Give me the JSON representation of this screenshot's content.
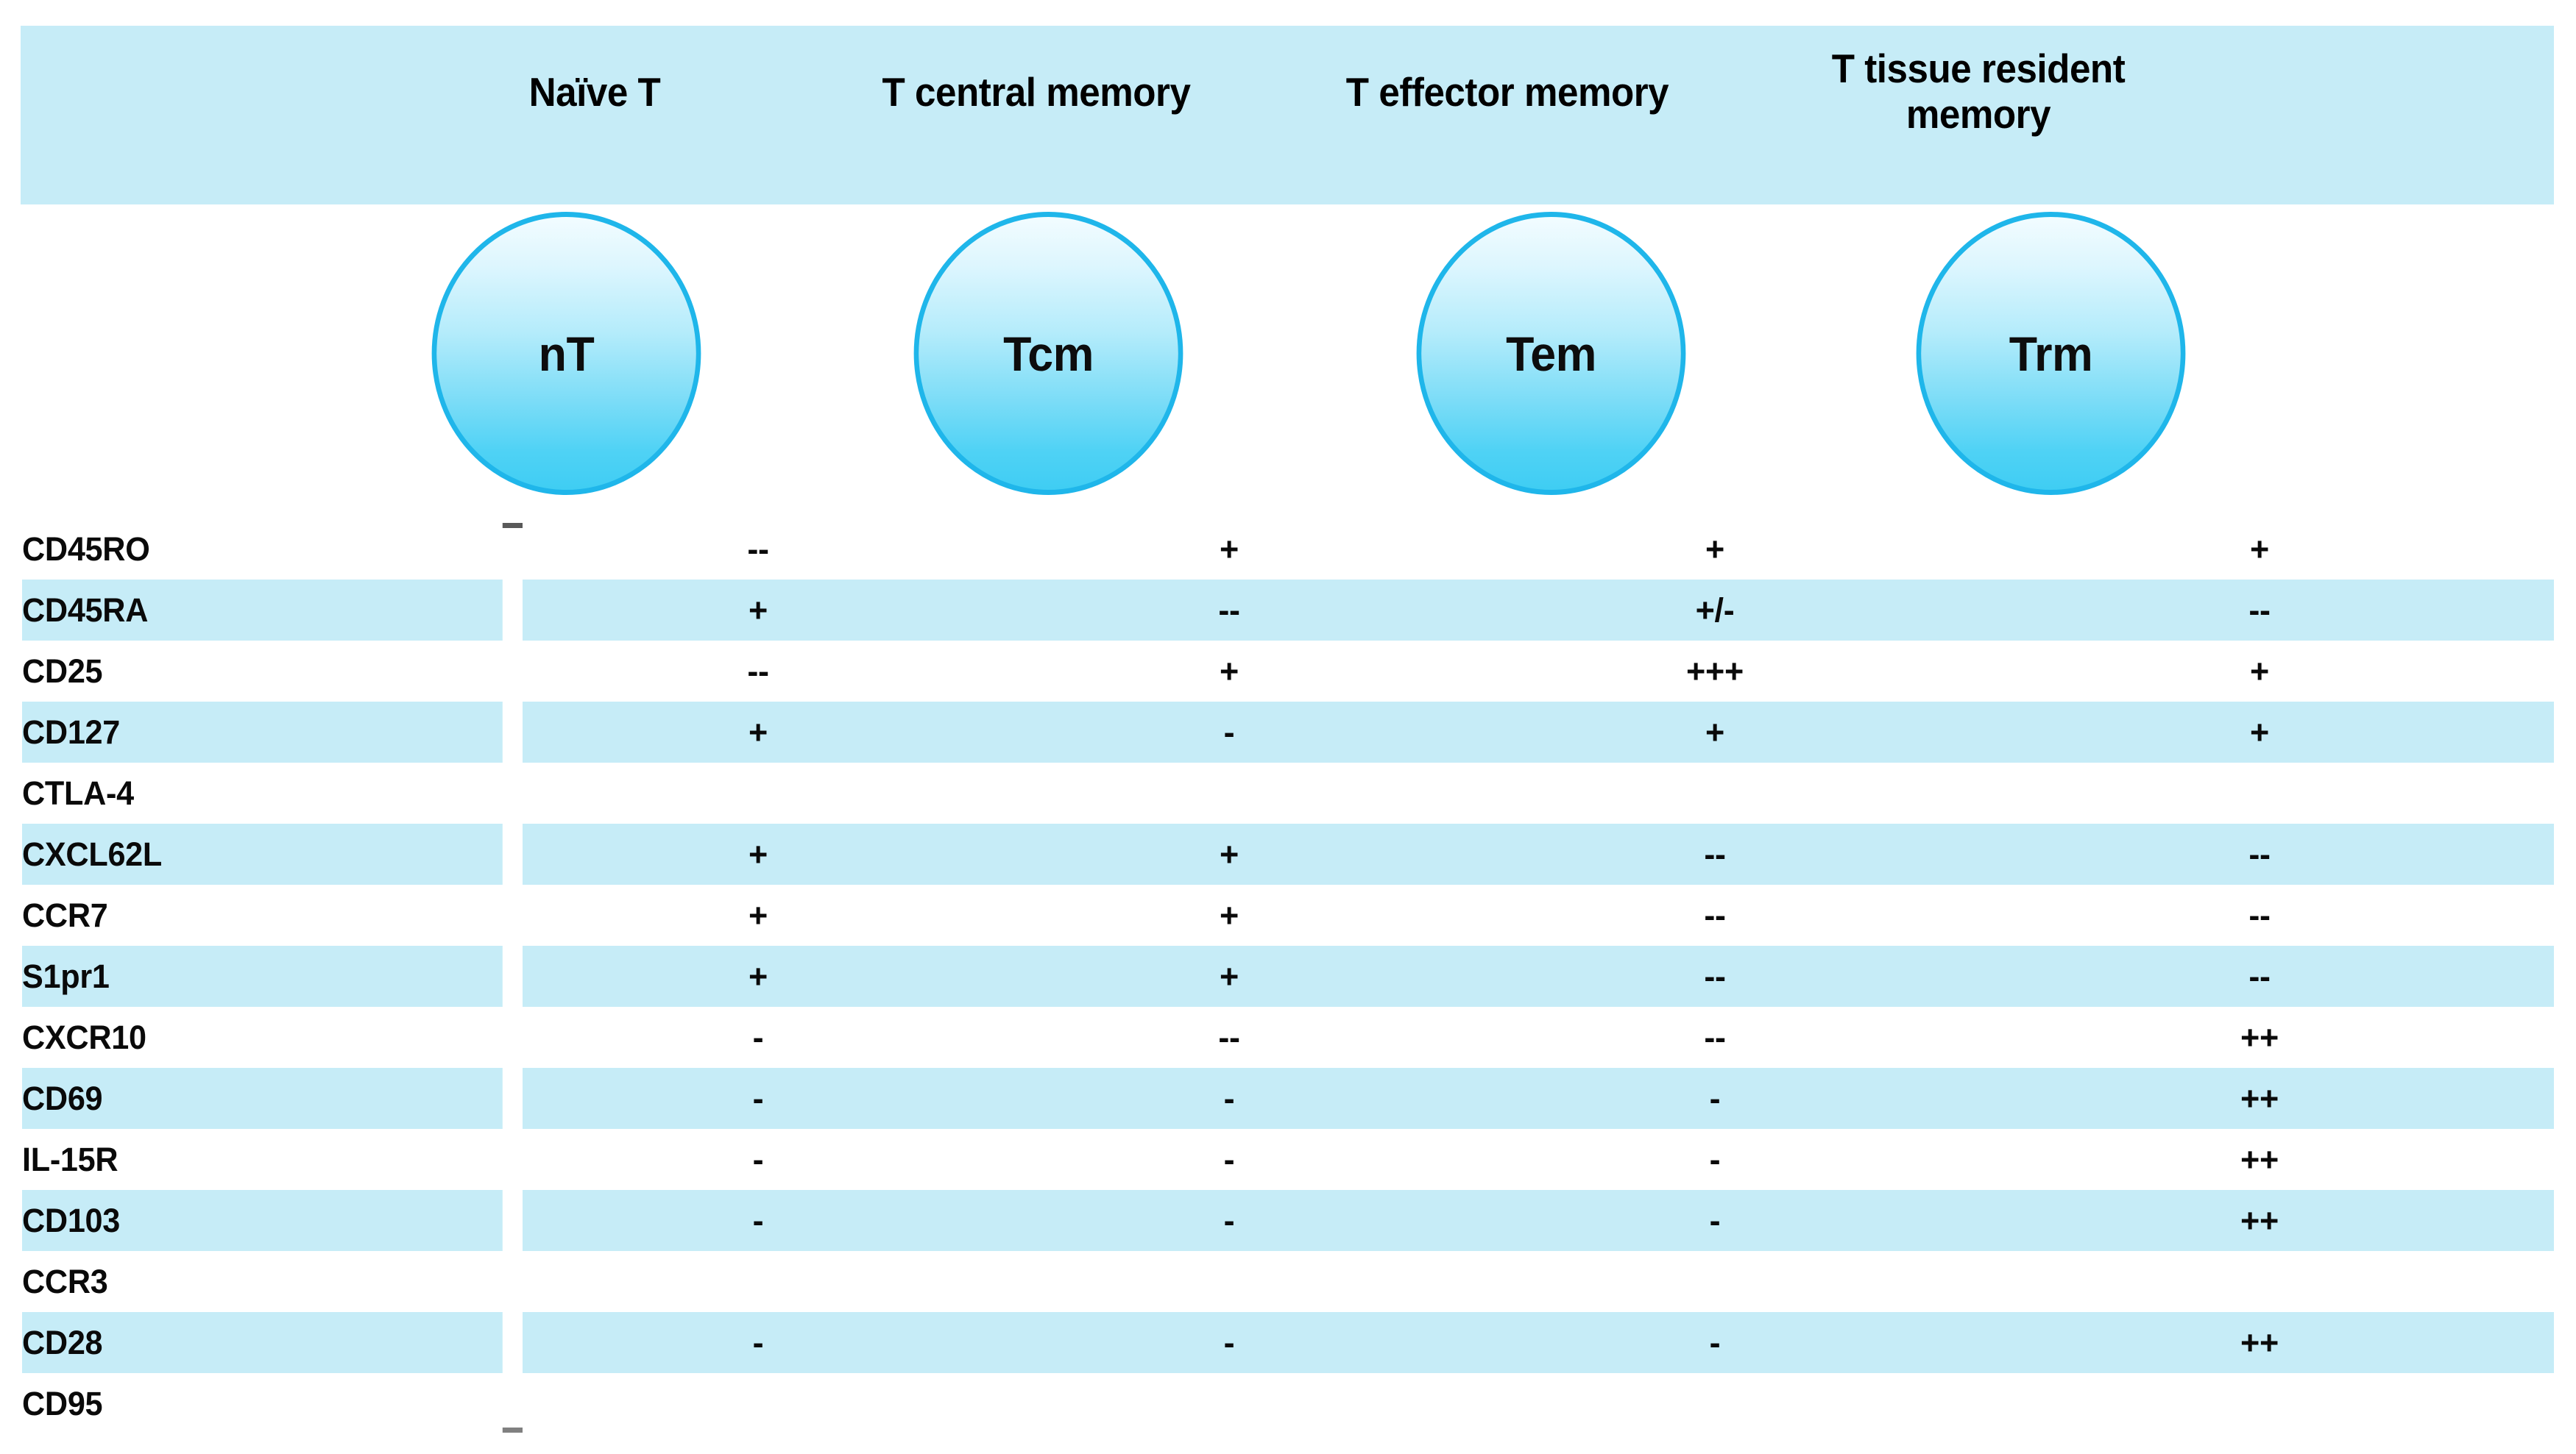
{
  "figure": {
    "type": "table",
    "colors": {
      "band_blue": "#c6ecf7",
      "circle_border": "#1fb6ea",
      "circle_fill_top": "#f2fcff",
      "circle_fill_bottom": "#3fcdf3",
      "rule_top": "#595959",
      "rule_bottom": "#808080",
      "text": "#000000"
    }
  },
  "header": {
    "label_column": "",
    "columns": [
      {
        "title": "Naïve T",
        "abbrev": "nT"
      },
      {
        "title": "T central memory",
        "abbrev": "Tcm"
      },
      {
        "title": "T effector memory",
        "abbrev": "Tem"
      },
      {
        "title": "T tissue resident memory",
        "abbrev": "Trm"
      }
    ]
  },
  "table": {
    "column_headers": [
      "",
      "Naïve T",
      "T central memory",
      "T effector memory",
      "T tissue resident memory"
    ],
    "rows": [
      {
        "marker": "CD45RO",
        "values": [
          "--",
          "+",
          "+",
          "+"
        ]
      },
      {
        "marker": "CD45RA",
        "values": [
          "+",
          "--",
          "+/-",
          "--"
        ]
      },
      {
        "marker": "CD25",
        "values": [
          "--",
          "+",
          "+++",
          "+"
        ]
      },
      {
        "marker": "CD127",
        "values": [
          "+",
          "-",
          "+",
          "+"
        ]
      },
      {
        "marker": "CTLA-4",
        "values": [
          "",
          "",
          "",
          ""
        ]
      },
      {
        "marker": "CXCL62L",
        "values": [
          "+",
          "+",
          "--",
          "--"
        ]
      },
      {
        "marker": "CCR7",
        "values": [
          "+",
          "+",
          "--",
          "--"
        ]
      },
      {
        "marker": "S1pr1",
        "values": [
          "+",
          "+",
          "--",
          "--"
        ]
      },
      {
        "marker": "CXCR10",
        "values": [
          "-",
          "--",
          "--",
          "++"
        ]
      },
      {
        "marker": "CD69",
        "values": [
          "-",
          "-",
          "-",
          "++"
        ]
      },
      {
        "marker": "IL-15R",
        "values": [
          "-",
          "-",
          "-",
          "++"
        ]
      },
      {
        "marker": "CD103",
        "values": [
          "-",
          "-",
          "-",
          "++"
        ]
      },
      {
        "marker": "CCR3",
        "values": [
          "",
          "",
          "",
          ""
        ]
      },
      {
        "marker": "CD28",
        "values": [
          "-",
          "-",
          "-",
          "++"
        ]
      },
      {
        "marker": "CD95",
        "values": [
          "",
          "",
          "",
          ""
        ]
      }
    ]
  }
}
